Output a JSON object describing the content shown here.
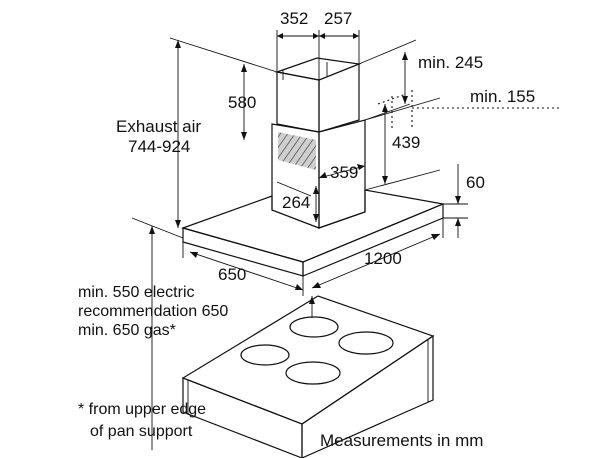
{
  "dimensions": {
    "chimney_width": "352",
    "chimney_depth": "257",
    "min_245": "min. 245",
    "min_155": "min. 155",
    "chimney_height": "580",
    "d439": "439",
    "d359": "359",
    "d264": "264",
    "canopy_thickness": "60",
    "hood_width": "1200",
    "hood_depth": "650"
  },
  "notes": {
    "exhaust_air": "Exhaust air",
    "exhaust_air_range": "744-924",
    "clearance_line1": "min. 550 electric",
    "clearance_line2": "recommendation 650",
    "clearance_line3": "min. 650 gas*",
    "footnote_line1": "* from upper edge",
    "footnote_line2": "of pan support",
    "units": "Measurements in mm"
  }
}
